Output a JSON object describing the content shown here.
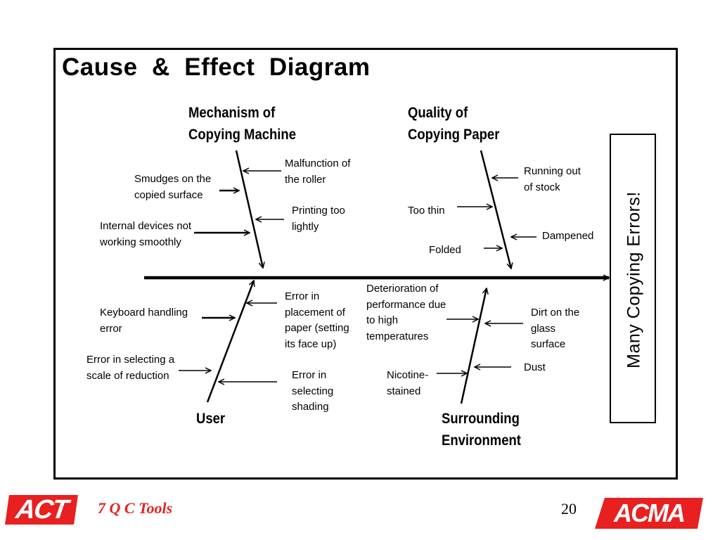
{
  "title": "Cause  &  Effect  Diagram",
  "effect": "Many Copying Errors!",
  "categories": {
    "mechanism": {
      "line1": "Mechanism of",
      "line2": "Copying Machine"
    },
    "paper": {
      "line1": "Quality of",
      "line2": "Copying Paper"
    },
    "user": {
      "line1": "User"
    },
    "environment": {
      "line1": "Surrounding",
      "line2": "Environment"
    }
  },
  "causes": {
    "malfunction_roller": [
      "Malfunction of",
      "the roller"
    ],
    "smudges": [
      "Smudges on the",
      "copied surface"
    ],
    "printing_light": [
      "Printing too",
      "lightly"
    ],
    "internal_devices": [
      "Internal devices not",
      "working smoothly"
    ],
    "running_out": [
      "Running out",
      "of stock"
    ],
    "too_thin": [
      "Too thin"
    ],
    "dampened": [
      "Dampened"
    ],
    "folded": [
      "Folded"
    ],
    "keyboard_error": [
      "Keyboard handling",
      "error"
    ],
    "placement_error": [
      "Error in",
      "placement of",
      "paper (setting",
      "its face up)"
    ],
    "scale_error": [
      "Error in selecting a",
      "scale of reduction"
    ],
    "shading_error": [
      "Error in",
      "selecting",
      "shading"
    ],
    "deterioration": [
      "Deterioration of",
      "performance due",
      "to high",
      "temperatures"
    ],
    "dirt_glass": [
      "Dirt on the",
      "glass",
      "surface"
    ],
    "dust": [
      "Dust"
    ],
    "nicotine": [
      "Nicotine-",
      "stained"
    ]
  },
  "footer": {
    "act_logo": "ACT",
    "title": "7 Q C Tools",
    "page": "20",
    "acma_logo": "ACMA"
  },
  "colors": {
    "brand_red": "#e8201f",
    "line": "#000000"
  }
}
